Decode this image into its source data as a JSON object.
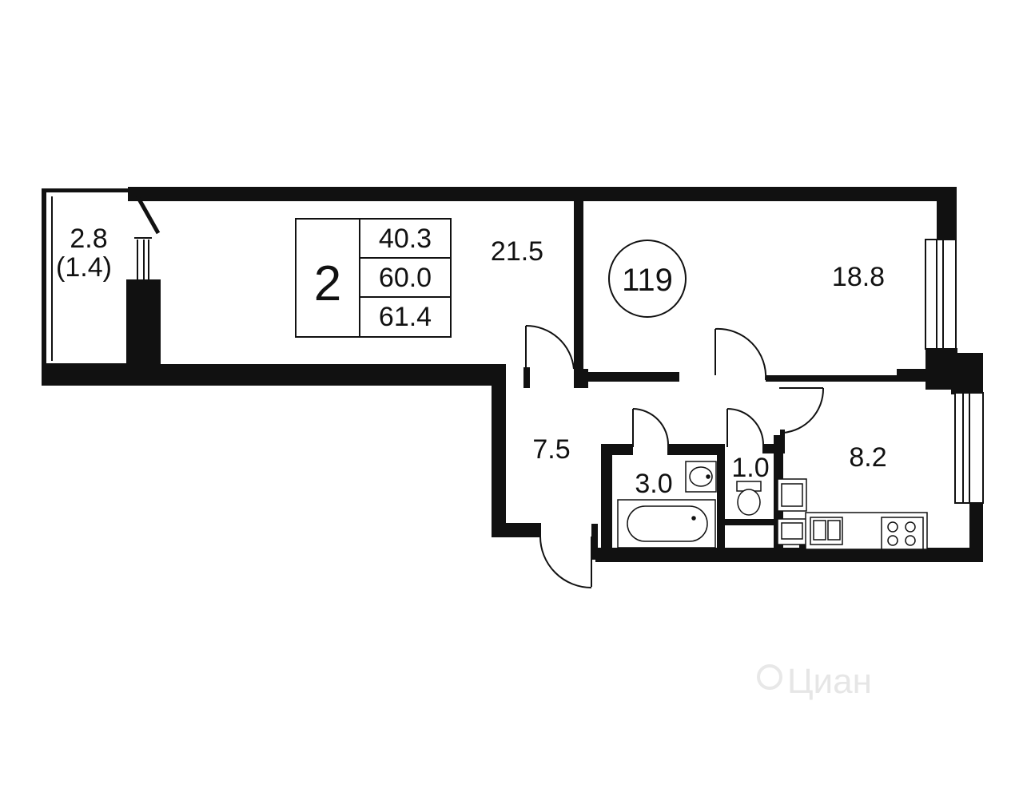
{
  "plan": {
    "room_count": "2",
    "areas_box": {
      "living": "40.3",
      "total": "60.0",
      "total_with_balcony": "61.4"
    },
    "apartment_number": "119",
    "rooms": {
      "balcony_area": "2.8",
      "balcony_reduced": "(1.4)",
      "living_room": "21.5",
      "bedroom": "18.8",
      "hall": "7.5",
      "bathroom": "3.0",
      "toilet": "1.0",
      "kitchen": "8.2"
    },
    "watermark": "Циан",
    "colors": {
      "wall": "#111111",
      "background": "#ffffff",
      "watermark": "#e6e6e6"
    }
  }
}
